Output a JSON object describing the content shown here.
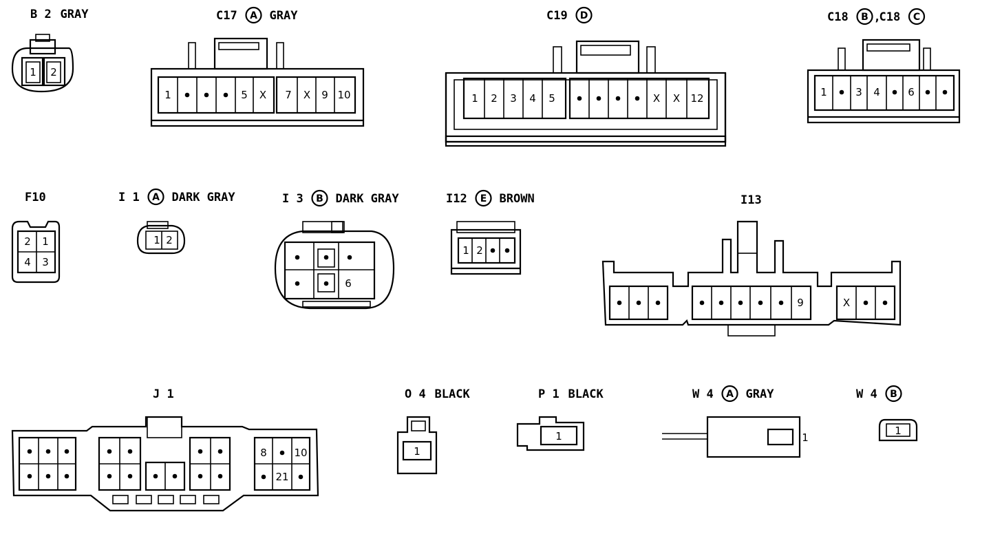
{
  "connectors": [
    {
      "id": "B2",
      "code": "B 2",
      "color": "GRAY",
      "pins": [
        "1",
        "2"
      ]
    },
    {
      "id": "C17",
      "code": "C17",
      "variant": "A",
      "color": "GRAY",
      "pins": [
        "1",
        "•",
        "•",
        "•",
        "5",
        "X",
        "7",
        "X",
        "9",
        "10"
      ]
    },
    {
      "id": "C19",
      "code": "C19",
      "variant": "D",
      "color": "",
      "pins": [
        "1",
        "2",
        "3",
        "4",
        "5",
        "•",
        "•",
        "•",
        "•",
        "X",
        "X",
        "12"
      ]
    },
    {
      "id": "C18",
      "code": "C18",
      "variant": "B",
      "code2": "C18",
      "variant2": "C",
      "separator": ",",
      "color": "",
      "pins": [
        "1",
        "•",
        "3",
        "4",
        "•",
        "6",
        "•",
        "•"
      ]
    },
    {
      "id": "F10",
      "code": "F10",
      "color": "",
      "pins": [
        "2",
        "1",
        "4",
        "3"
      ]
    },
    {
      "id": "I1",
      "code": "I 1",
      "variant": "A",
      "color": "DARK GRAY",
      "pins": [
        "1",
        "2"
      ]
    },
    {
      "id": "I3",
      "code": "I 3",
      "variant": "B",
      "color": "DARK GRAY",
      "pins": [
        "•",
        "•",
        "•",
        "•",
        "•",
        "6"
      ]
    },
    {
      "id": "I12",
      "code": "I12",
      "variant": "E",
      "color": "BROWN",
      "pins": [
        "1",
        "2",
        "•",
        "•"
      ]
    },
    {
      "id": "I13",
      "code": "I13",
      "color": "",
      "pins": [
        "•",
        "•",
        "•",
        "•",
        "•",
        "•",
        "•",
        "•",
        "9",
        "X",
        "•",
        "•"
      ]
    },
    {
      "id": "J1",
      "code": "J 1",
      "color": "",
      "pins": [
        "•",
        "•",
        "•",
        "•",
        "•",
        "•",
        "•",
        "•",
        "•",
        "•",
        "•",
        "•",
        "•",
        "•",
        "•",
        "•",
        "•",
        "•",
        "8",
        "•",
        "10",
        "•",
        "21",
        "•"
      ]
    },
    {
      "id": "O4",
      "code": "O 4",
      "color": "BLACK",
      "pins": [
        "1"
      ]
    },
    {
      "id": "P1",
      "code": "P 1",
      "color": "BLACK",
      "pins": [
        "1"
      ]
    },
    {
      "id": "W4A",
      "code": "W 4",
      "variant": "A",
      "color": "GRAY",
      "pins": [
        "1"
      ]
    },
    {
      "id": "W4B",
      "code": "W 4",
      "variant": "B",
      "color": "",
      "pins": [
        "1"
      ]
    }
  ]
}
